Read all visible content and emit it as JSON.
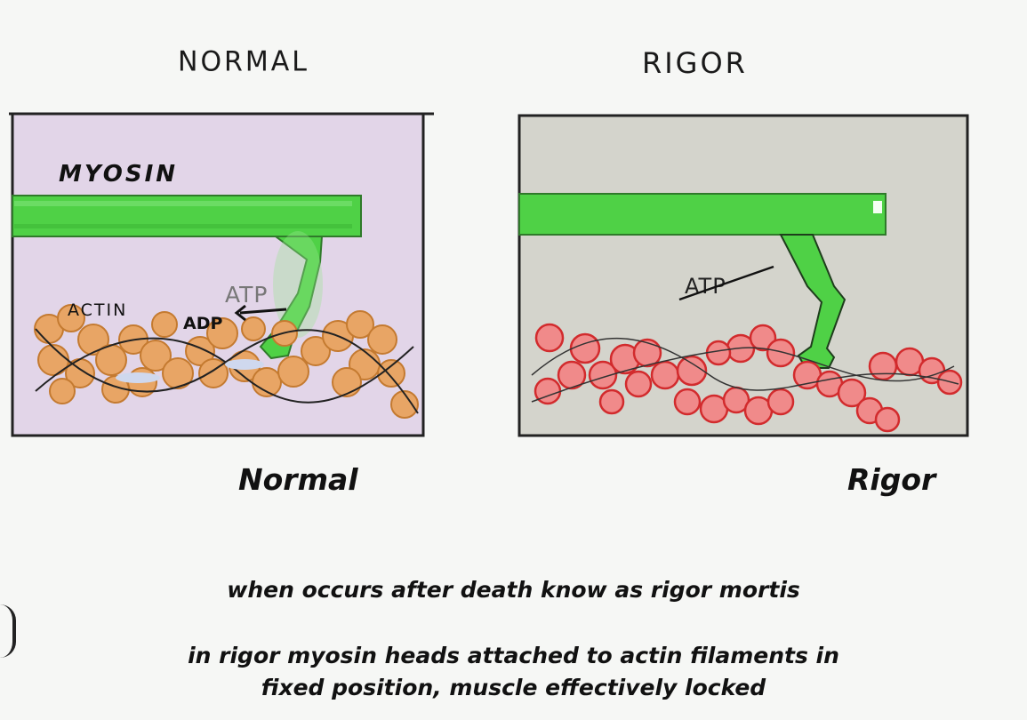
{
  "headings": {
    "normal": "NORMAL",
    "rigor": "RIGOR"
  },
  "normal_panel": {
    "myosin_label": "MYOSIN",
    "actin_label": "ACTIN",
    "atp_label": "ATP",
    "adp_label": "ADP",
    "background_color": "#e2d5e8",
    "myosin_color": "#4fd146",
    "actin_color": "#e8a565"
  },
  "rigor_panel": {
    "atp_label": "ATP",
    "background_color": "#d4d4cc",
    "myosin_color": "#4fd146",
    "actin_color": "#e5484a"
  },
  "captions": {
    "normal": "Normal",
    "rigor": "Rigor"
  },
  "notes": {
    "line1": "when occurs after death know as rigor mortis",
    "line2a": "in rigor  myosin heads attached to actin filaments in",
    "line2b": "fixed position, muscle effectively locked"
  }
}
